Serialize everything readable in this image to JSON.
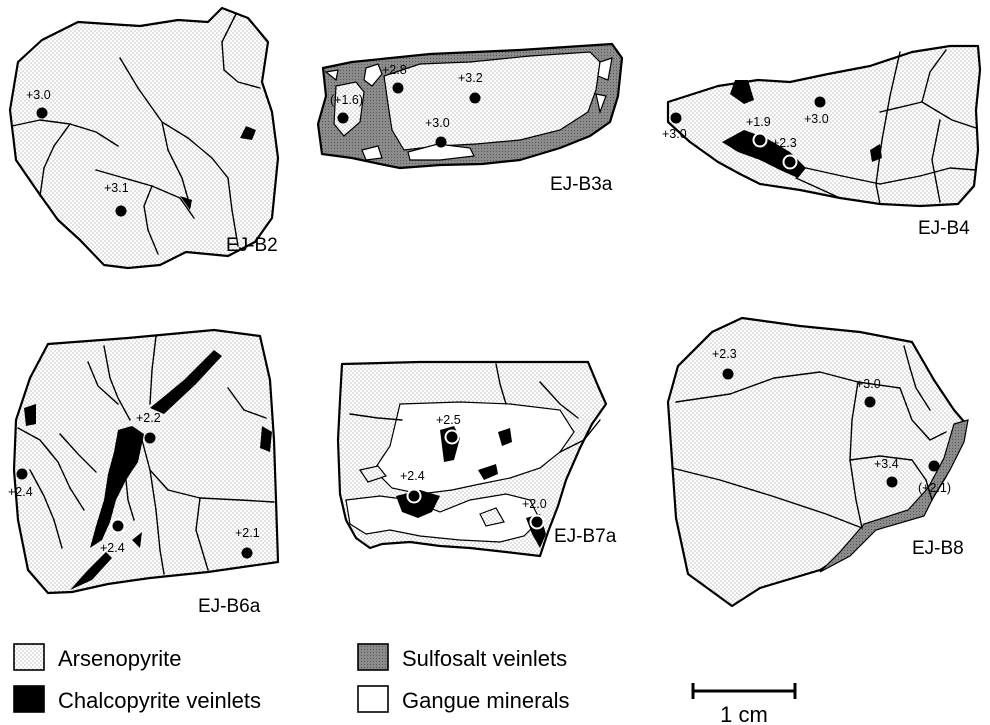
{
  "specimens": [
    {
      "id": "b2",
      "label": "EJ-B2",
      "points": [
        {
          "value": "+3.0",
          "marker": "dot"
        },
        {
          "value": "+3.1",
          "marker": "dot"
        }
      ]
    },
    {
      "id": "b3a",
      "label": "EJ-B3a",
      "points": [
        {
          "value": "+2.8",
          "marker": "dot"
        },
        {
          "value": "+3.2",
          "marker": "dot"
        },
        {
          "value": "(+1.6)",
          "marker": "dot"
        },
        {
          "value": "+3.0",
          "marker": "dot"
        }
      ]
    },
    {
      "id": "b4",
      "label": "EJ-B4",
      "points": [
        {
          "value": "+3.0",
          "marker": "dot"
        },
        {
          "value": "+3.0",
          "marker": "dot"
        },
        {
          "value": "+1.9",
          "marker": "ring"
        },
        {
          "value": "+2.3",
          "marker": "ring"
        }
      ]
    },
    {
      "id": "b6a",
      "label": "EJ-B6a",
      "points": [
        {
          "value": "+2.2",
          "marker": "dot"
        },
        {
          "value": "+2.4",
          "marker": "dot"
        },
        {
          "value": "+2.4",
          "marker": "ring"
        },
        {
          "value": "+2.1",
          "marker": "dot"
        }
      ]
    },
    {
      "id": "b7a",
      "label": "EJ-B7a",
      "points": [
        {
          "value": "+2.5",
          "marker": "ring"
        },
        {
          "value": "+2.4",
          "marker": "ring"
        },
        {
          "value": "+2.0",
          "marker": "ring"
        }
      ]
    },
    {
      "id": "b8",
      "label": "EJ-B8",
      "points": [
        {
          "value": "+2.3",
          "marker": "dot"
        },
        {
          "value": "+3.0",
          "marker": "dot"
        },
        {
          "value": "+3.4",
          "marker": "dot"
        },
        {
          "value": "(+2.1)",
          "marker": "dot"
        }
      ]
    }
  ],
  "legend": [
    {
      "label": "Arsenopyrite",
      "fill": "dots"
    },
    {
      "label": "Chalcopyrite veinlets",
      "fill": "black"
    },
    {
      "label": "Sulfosalt veinlets",
      "fill": "gray"
    },
    {
      "label": "Gangue minerals",
      "fill": "white"
    }
  ],
  "scale_bar": {
    "label": "1 cm"
  },
  "colors": {
    "ink": "#000000",
    "sulfosalt": "#8c8c8c",
    "background": "#ffffff"
  }
}
